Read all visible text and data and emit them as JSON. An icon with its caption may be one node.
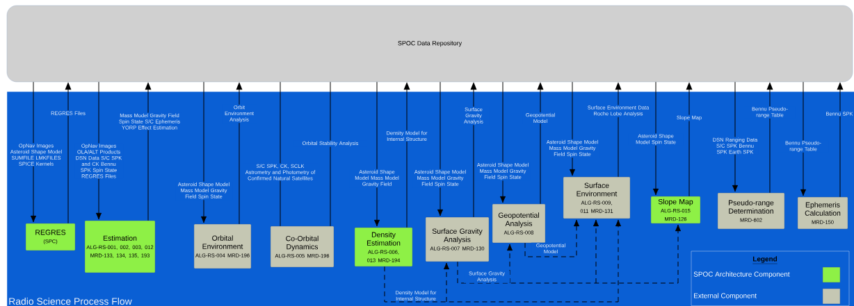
{
  "diagram": {
    "nodes": [
      {
        "text": [
          "SPOC Data Repository"
        ]
      },
      {
        "text": [
          "Radio Science Process Flow"
        ]
      },
      {
        "text": [
          "REGRES",
          "(SPC)"
        ],
        "in": 1
      },
      {
        "text": [
          "Estimation",
          "ALG-RS-001, 002, 003, 012 MRD-133, 134, 135, 193"
        ],
        "in": 1
      },
      {
        "text": [
          "Orbital Environment",
          "ALG-RS-004 MRD-196"
        ],
        "in": 1
      },
      {
        "text": [
          "Co-Orbital Dynamics",
          "ALG-RS-005 MRD-196"
        ],
        "in": 1
      },
      {
        "text": [
          "Density Estimation",
          "ALG-RS-006, 013 MRD-194"
        ],
        "in": 1
      },
      {
        "text": [
          "Surface Gravity Analysis",
          "ALG-RS-007 MRD-130"
        ],
        "in": 1
      },
      {
        "text": [
          "Geopotential Analysis",
          "ALG-RS-008"
        ],
        "in": 1
      },
      {
        "text": [
          "Surface Environment",
          "ALG-RS-009, 011 MRD-131"
        ],
        "in": 1
      },
      {
        "text": [
          "Slope Map",
          "ALG-RS-015 MRD-126"
        ],
        "in": 1
      },
      {
        "text": [
          "Pseudo-range Determination",
          "MRD-602"
        ],
        "in": 1
      },
      {
        "text": [
          "Ephemeris Calculation",
          "MRD-150"
        ],
        "in": 1
      }
    ],
    "edges": [
      {
        "from": 0,
        "to": 2,
        "arrow": "to",
        "label": "OpNav Images Asteroid Shape Model SUMFILE LMKFILES SPICE Kernels"
      },
      {
        "from": 2,
        "to": 0,
        "arrow": "to",
        "label": "REGRES Files"
      },
      {
        "from": 0,
        "to": 3,
        "arrow": "to",
        "label": "OpNav Images OLA/ALT Products DSN Data S/C SPK and CK Bennu SPK Spin State REGRES Files"
      },
      {
        "from": 3,
        "to": 0,
        "arrow": "to",
        "label": "Mass Model Gravity Field Spin State S/C Ephemeris YORP Effect Estimation"
      },
      {
        "from": 0,
        "to": 4,
        "arrow": "to",
        "label": "Asteroid Shape Model Mass Model Gravity Field Spin State"
      },
      {
        "from": 4,
        "to": 0,
        "arrow": "to",
        "label": "Orbit Environment Analysis"
      },
      {
        "from": 0,
        "to": 5,
        "arrow": "none",
        "label": "S/C SPK, CK, SCLK Astrometry and Photometry of Confirmed Natural Satellites"
      },
      {
        "from": 5,
        "to": 0,
        "arrow": "none",
        "label": "Orbital Stability Analysis"
      },
      {
        "from": 0,
        "to": 6,
        "arrow": "to",
        "label": "Asteroid Shape Model Mass Model Gravity Field"
      },
      {
        "from": 6,
        "to": 0,
        "arrow": "to",
        "label": "Density Model for Internal Structure"
      },
      {
        "from": 0,
        "to": 7,
        "arrow": "to",
        "label": "Asteroid Shape Model Mass Model Gravity Field Spin State"
      },
      {
        "from": 7,
        "to": 0,
        "arrow": "to",
        "label": "Surface Gravity Analysis"
      },
      {
        "from": 0,
        "to": 8,
        "arrow": "to",
        "label": "Asteroid Shape Model Mass Model Gravity Field Spin State"
      },
      {
        "from": 8,
        "to": 0,
        "arrow": "to",
        "label": "Geopotential Model"
      },
      {
        "from": 0,
        "to": 9,
        "arrow": "to",
        "label": "Asteroid Shape Model Mass Model Gravity Field Spin State"
      },
      {
        "from": 9,
        "to": 0,
        "arrow": "to",
        "label": "Surface Environment Data Roche Lobe Analysis"
      },
      {
        "from": 0,
        "to": 10,
        "arrow": "to",
        "label": "Asteroid Shape Model Spin State"
      },
      {
        "from": 10,
        "to": 0,
        "arrow": "to",
        "label": "Slope Map"
      },
      {
        "from": 0,
        "to": 11,
        "arrow": "to",
        "label": "DSN Ranging Data S/C SPK Bennu SPK Earth SPK"
      },
      {
        "from": 11,
        "to": 0,
        "arrow": "to",
        "label": "Bennu Pseudo-range Table"
      },
      {
        "from": 0,
        "to": 12,
        "arrow": "to",
        "label": "Bennu Pseudo-range Table"
      },
      {
        "from": 12,
        "to": 0,
        "arrow": "to",
        "label": "Bennu SPK"
      },
      {
        "from": 6,
        "to": 7,
        "arrow": "to",
        "style": "dashed",
        "label": "Density Model for Internal Structure"
      },
      {
        "from": 6,
        "to": 9,
        "arrow": "to",
        "style": "dashed"
      },
      {
        "from": 7,
        "to": 8,
        "arrow": "to",
        "style": "dashed",
        "label": "Surface Gravity Analysis"
      },
      {
        "from": 7,
        "to": 9,
        "arrow": "to",
        "style": "dashed"
      },
      {
        "from": 7,
        "to": 10,
        "arrow": "to",
        "style": "dashed"
      },
      {
        "from": 8,
        "to": 9,
        "arrow": "to",
        "style": "dashed",
        "label": "Geopotential Model"
      }
    ],
    "labels": [
      "Legend"
    ],
    "legend": [
      {
        "text": "SPOC Architecture Component",
        "color": "#8ef046"
      },
      {
        "text": "External Component",
        "color": "#c5c7b3"
      }
    ]
  }
}
